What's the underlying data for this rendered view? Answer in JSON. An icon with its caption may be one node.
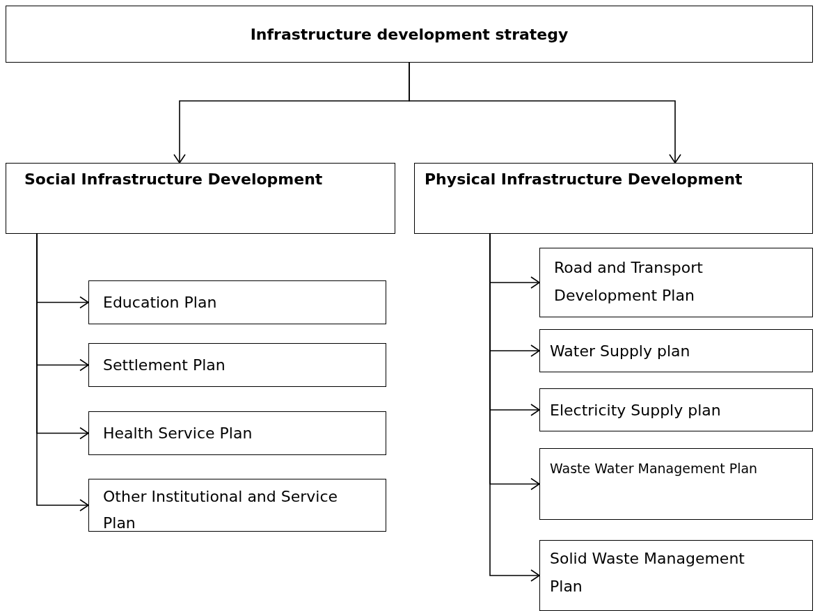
{
  "diagram": {
    "nodes": [
      {
        "text": [
          "Infrastructure development strategy"
        ]
      },
      {
        "text": [
          "Social Infrastructure Development"
        ]
      },
      {
        "text": [
          "Physical Infrastructure Development"
        ]
      },
      {
        "text": [
          "Education Plan"
        ]
      },
      {
        "text": [
          "Settlement Plan"
        ]
      },
      {
        "text": [
          "Health Service Plan"
        ]
      },
      {
        "text": [
          "Other Institutional and Service Plan"
        ]
      },
      {
        "text": [
          "Road and Transport Development Plan"
        ]
      },
      {
        "text": [
          "Water Supply plan"
        ]
      },
      {
        "text": [
          "Electricity Supply plan"
        ]
      },
      {
        "text": [
          "Waste Water Management Plan"
        ]
      },
      {
        "text": [
          "Solid Waste Management Plan"
        ]
      }
    ],
    "edges": [
      {
        "from": 0,
        "to": 1,
        "arrow": "to"
      },
      {
        "from": 0,
        "to": 2,
        "arrow": "to"
      },
      {
        "from": 1,
        "to": 3,
        "arrow": "to"
      },
      {
        "from": 1,
        "to": 4,
        "arrow": "to"
      },
      {
        "from": 1,
        "to": 5,
        "arrow": "to"
      },
      {
        "from": 1,
        "to": 6,
        "arrow": "to"
      },
      {
        "from": 2,
        "to": 7,
        "arrow": "to"
      },
      {
        "from": 2,
        "to": 8,
        "arrow": "to"
      },
      {
        "from": 2,
        "to": 9,
        "arrow": "to"
      },
      {
        "from": 2,
        "to": 10,
        "arrow": "to"
      },
      {
        "from": 2,
        "to": 11,
        "arrow": "to"
      }
    ]
  }
}
